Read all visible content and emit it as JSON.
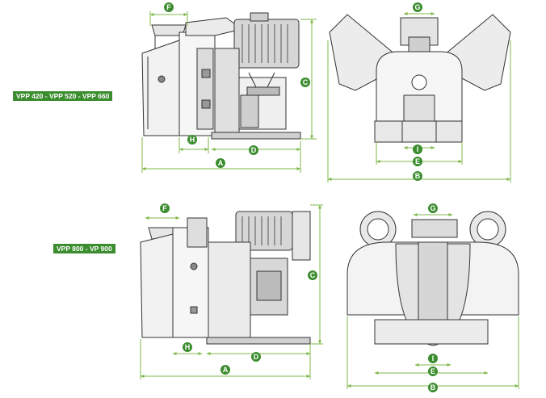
{
  "models": [
    {
      "label": "VPP 420 - VPP 520 - VPP 660",
      "dimensions": {
        "A": "A",
        "B": "B",
        "C": "C",
        "D": "D",
        "E": "E",
        "F": "F",
        "G": "G",
        "H": "H",
        "I": "I"
      }
    },
    {
      "label": "VPP 800 - VP 900",
      "dimensions": {
        "A": "A",
        "B": "B",
        "C": "C",
        "D": "D",
        "E": "E",
        "F": "F",
        "G": "G",
        "H": "H",
        "I": "I"
      }
    }
  ],
  "colors": {
    "accent": "#3c8d2f",
    "dimension_line": "#7fb84a",
    "drawing": "#333333",
    "shade": "#c8c8c8"
  }
}
